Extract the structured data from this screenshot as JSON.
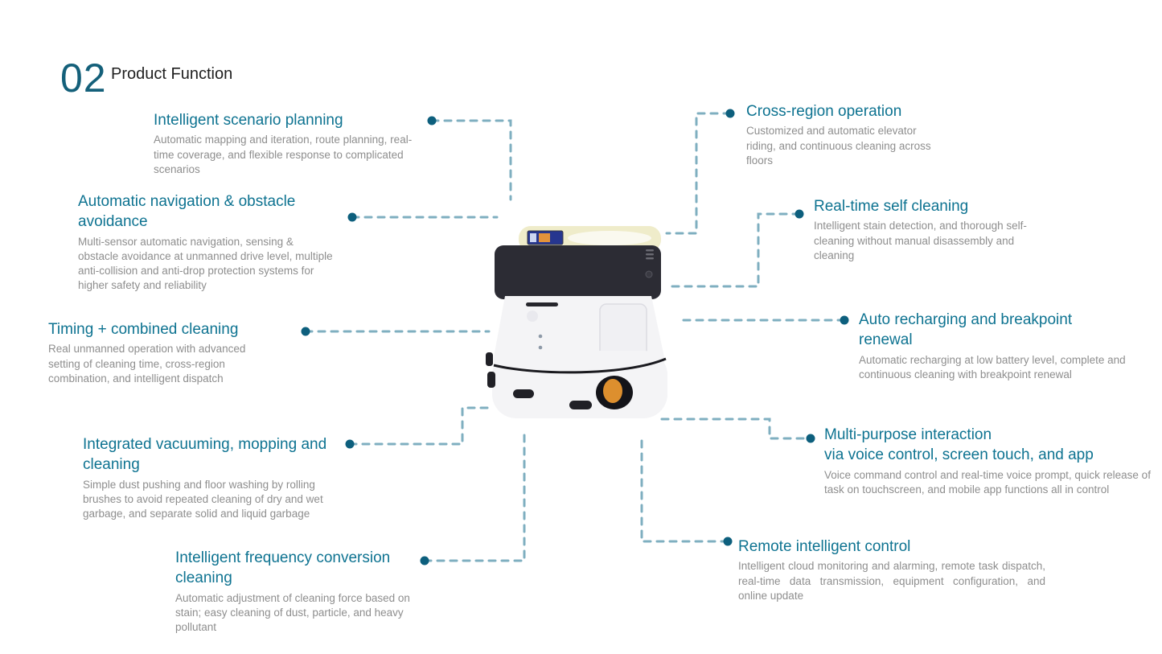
{
  "header": {
    "section_number": "02",
    "section_title": "Product Function"
  },
  "colors": {
    "accent_teal": "#0e7391",
    "section_number_teal": "#14607a",
    "heading_dark": "#1f1f1f",
    "body_gray": "#8e8e8e",
    "connector_dash": "#7fafc0",
    "connector_dot": "#0d5f7d",
    "robot_dark": "#2c2c34",
    "robot_cream": "#efecca",
    "robot_body": "#f4f4f6",
    "robot_wheel_orange": "#dd8f2e"
  },
  "features_left": [
    {
      "title": "Intelligent scenario planning",
      "description": "Automatic mapping and iteration, route planning, real-time coverage, and flexible response to complicated scenarios"
    },
    {
      "title": "Automatic navigation & obstacle avoidance",
      "description": "Multi-sensor automatic navigation, sensing & obstacle avoidance at unmanned drive level, multiple anti-collision and anti-drop protection systems for higher safety and reliability"
    },
    {
      "title": "Timing + combined cleaning",
      "description": "Real unmanned operation with advanced setting of cleaning time, cross-region combination, and intelligent dispatch"
    },
    {
      "title": "Integrated vacuuming, mopping and cleaning",
      "description": "Simple dust pushing and floor washing by rolling brushes to avoid repeated cleaning of dry and wet garbage, and separate solid and liquid garbage"
    },
    {
      "title": "Intelligent frequency conversion cleaning",
      "description": "Automatic adjustment of cleaning force based on stain; easy cleaning of dust, particle, and heavy pollutant"
    }
  ],
  "features_right": [
    {
      "title": "Cross-region operation",
      "description": "Customized and automatic elevator riding, and continuous cleaning across floors"
    },
    {
      "title": "Real-time self cleaning",
      "description": "Intelligent stain detection, and thorough self-cleaning without manual disassembly and cleaning"
    },
    {
      "title": "Auto recharging and breakpoint renewal",
      "description": "Automatic recharging at low battery level, complete and continuous cleaning with breakpoint renewal"
    },
    {
      "title": "Multi-purpose interaction",
      "title2": "via voice control, screen touch, and app",
      "description": "Voice command control and real-time voice prompt, quick release of task on touchscreen, and mobile app functions all in control"
    },
    {
      "title": "Remote intelligent control",
      "description": "Intelligent cloud monitoring and alarming, remote task dispatch, real-time data transmission, equipment configuration, and online update"
    }
  ],
  "robot": {
    "name": "commercial cleaning robot"
  }
}
